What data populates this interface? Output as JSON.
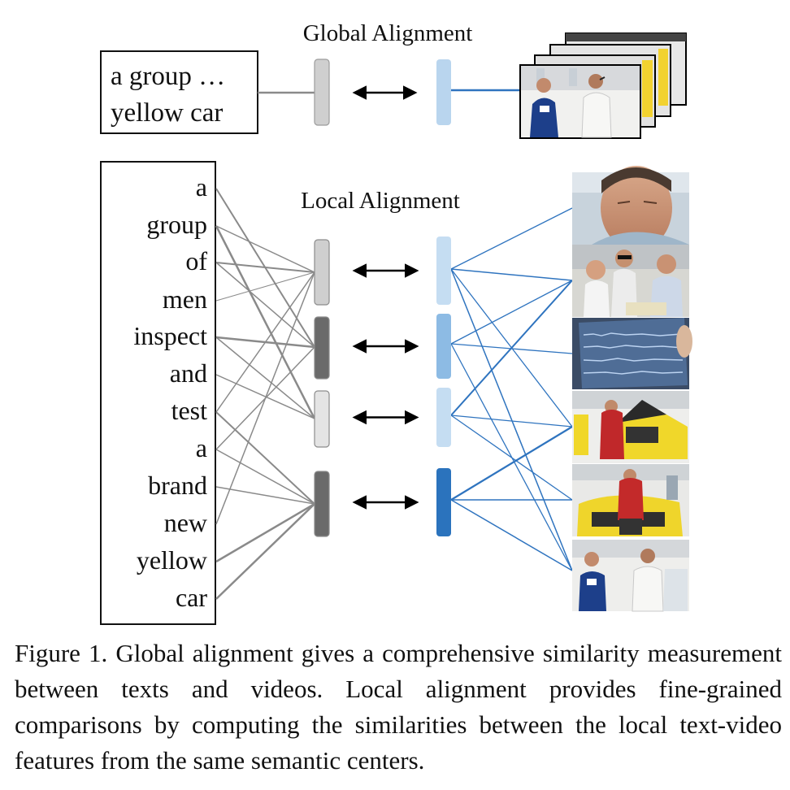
{
  "global": {
    "label": "Global Alignment",
    "text_line1": "a group …",
    "text_line2": "yellow car",
    "text_feature_color": "#cfcfcf",
    "video_feature_color": "#b9d5ee"
  },
  "local": {
    "label": "Local Alignment",
    "words": [
      "a",
      "group",
      "of",
      "men",
      "inspect",
      "and",
      "test",
      "a",
      "brand",
      "new",
      "yellow",
      "car"
    ],
    "text_feature_colors": [
      "#cfcfcf",
      "#6a6a6a",
      "#e4e4e4",
      "#6a6a6a"
    ],
    "video_feature_colors": [
      "#c5ddf2",
      "#8dbbe4",
      "#c5ddf2",
      "#2b73bd"
    ],
    "frames": [
      {
        "name": "frame-face",
        "desc": "man face close-up"
      },
      {
        "name": "frame-group",
        "desc": "group of men"
      },
      {
        "name": "frame-screen",
        "desc": "monitor with signals"
      },
      {
        "name": "frame-car-open",
        "desc": "yellow car hood open"
      },
      {
        "name": "frame-car-inspect",
        "desc": "man inspecting car"
      },
      {
        "name": "frame-men-talk",
        "desc": "men talking"
      }
    ]
  },
  "colors": {
    "text_line": "#8a8a8a",
    "video_line": "#2f74bf",
    "arrow": "#000000"
  },
  "caption": "Figure 1. Global alignment gives a comprehensive similarity measurement between texts and videos. Local alignment provides fine-grained comparisons by computing the similarities between the local text-video features from the same semantic centers."
}
